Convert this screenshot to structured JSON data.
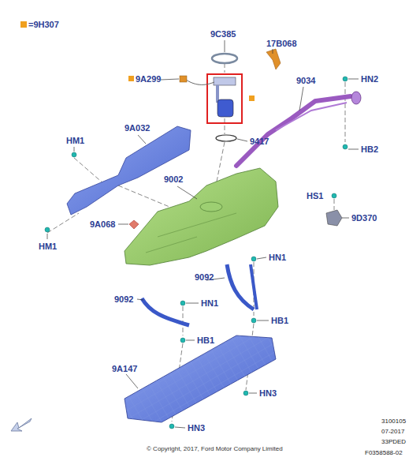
{
  "diagram": {
    "labels": [
      "9C385",
      "17B068",
      "9A299",
      "9034",
      "HN2",
      "9A032",
      "HM1",
      "HB2",
      "9417",
      "9002",
      "HS1",
      "9D370",
      "9A068",
      "HM1",
      "HN1",
      "9092",
      "9092",
      "HN1",
      "HB1",
      "HB1",
      "9A147",
      "HN3",
      "HN3",
      "© Copyright, 2017, Ford Motor Company Limited",
      "3100105",
      "07-2017",
      "33PDED",
      "F0358588-02"
    ],
    "legend": [
      {
        "text": "=9H307",
        "color": "#f0a020"
      }
    ]
  }
}
